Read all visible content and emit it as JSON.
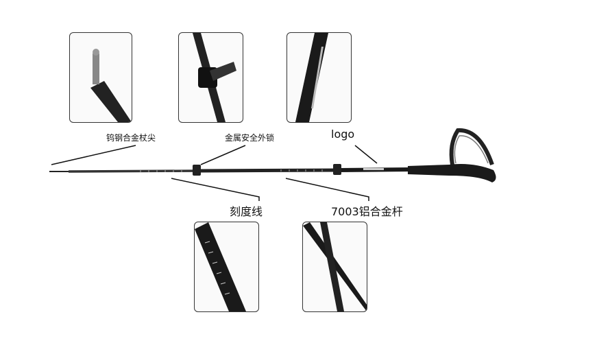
{
  "labels": {
    "tip": "钨钢合金杖尖",
    "lock": "金属安全外锁",
    "logo": "logo",
    "scale": "刻度线",
    "shaft": "7003铝合金杆"
  }
}
